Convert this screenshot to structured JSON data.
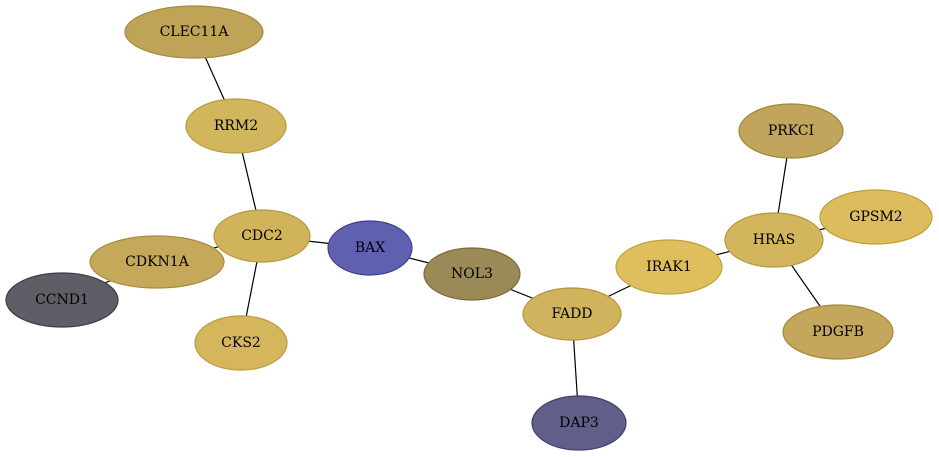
{
  "diagram": {
    "type": "network-graph",
    "nodes": [
      {
        "id": "CLEC11A",
        "label": "CLEC11A",
        "fill": "#bfa457",
        "stroke": "#a8893a"
      },
      {
        "id": "RRM2",
        "label": "RRM2",
        "fill": "#d2b65d",
        "stroke": "#b89a3e"
      },
      {
        "id": "CDC2",
        "label": "CDC2",
        "fill": "#d1b35c",
        "stroke": "#b4963d"
      },
      {
        "id": "CDKN1A",
        "label": "CDKN1A",
        "fill": "#c5a85a",
        "stroke": "#a88c3b"
      },
      {
        "id": "CCND1",
        "label": "CCND1",
        "fill": "#5e5e66",
        "stroke": "#3e3e46"
      },
      {
        "id": "CKS2",
        "label": "CKS2",
        "fill": "#d6b65c",
        "stroke": "#bb9a3c"
      },
      {
        "id": "BAX",
        "label": "BAX",
        "fill": "#6060b0",
        "stroke": "#40408e"
      },
      {
        "id": "NOL3",
        "label": "NOL3",
        "fill": "#9a8a58",
        "stroke": "#7a6a3a"
      },
      {
        "id": "FADD",
        "label": "FADD",
        "fill": "#d0b35c",
        "stroke": "#b3963c"
      },
      {
        "id": "DAP3",
        "label": "DAP3",
        "fill": "#5f5f8a",
        "stroke": "#3f3f6c"
      },
      {
        "id": "IRAK1",
        "label": "IRAK1",
        "fill": "#dfbe5e",
        "stroke": "#c2a03e"
      },
      {
        "id": "HRAS",
        "label": "HRAS",
        "fill": "#d3b55e",
        "stroke": "#b6973e"
      },
      {
        "id": "PRKCI",
        "label": "PRKCI",
        "fill": "#c1a55c",
        "stroke": "#a3883c"
      },
      {
        "id": "GPSM2",
        "label": "GPSM2",
        "fill": "#dcbc5c",
        "stroke": "#bf9e3c"
      },
      {
        "id": "PDGFB",
        "label": "PDGFB",
        "fill": "#c4a75c",
        "stroke": "#a68a3c"
      }
    ],
    "edges": [
      {
        "source": "CLEC11A",
        "target": "RRM2"
      },
      {
        "source": "RRM2",
        "target": "CDC2"
      },
      {
        "source": "CDC2",
        "target": "CDKN1A"
      },
      {
        "source": "CDKN1A",
        "target": "CCND1"
      },
      {
        "source": "CDC2",
        "target": "CKS2"
      },
      {
        "source": "CDC2",
        "target": "BAX"
      },
      {
        "source": "BAX",
        "target": "NOL3"
      },
      {
        "source": "NOL3",
        "target": "FADD"
      },
      {
        "source": "FADD",
        "target": "DAP3"
      },
      {
        "source": "FADD",
        "target": "IRAK1"
      },
      {
        "source": "IRAK1",
        "target": "HRAS"
      },
      {
        "source": "HRAS",
        "target": "PRKCI"
      },
      {
        "source": "HRAS",
        "target": "GPSM2"
      },
      {
        "source": "HRAS",
        "target": "PDGFB"
      }
    ]
  }
}
